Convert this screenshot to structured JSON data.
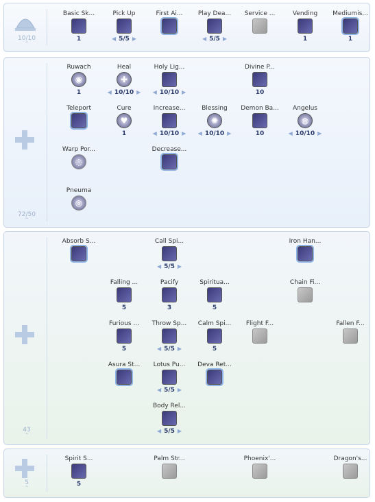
{
  "panels": [
    {
      "points": "10/10",
      "skills": [
        {
          "name": "Basic Sk...",
          "icon": "chat-bubble-icon",
          "level": "1",
          "adjustable": false
        },
        {
          "name": "Pick Up",
          "icon": "hand-grab-icon",
          "level": "5/5",
          "adjustable": true
        },
        {
          "name": "First Ai...",
          "icon": "first-aid-icon",
          "level": "",
          "adjustable": false
        },
        {
          "name": "Play Dea...",
          "icon": "play-dead-icon",
          "level": "5/5",
          "adjustable": true
        },
        {
          "name": "Service ...",
          "icon": "service-icon",
          "level": "",
          "adjustable": false
        },
        {
          "name": "Vending",
          "icon": "vending-tent-icon",
          "level": "1",
          "adjustable": false
        },
        {
          "name": "Mediumis...",
          "icon": "mediumistic-icon",
          "level": "1",
          "adjustable": false
        }
      ]
    },
    {
      "points": "72/50",
      "skills": [
        {
          "name": "Ruwach",
          "icon": "ruwach-icon",
          "level": "1",
          "adjustable": false
        },
        {
          "name": "Heal",
          "icon": "heal-heart-icon",
          "level": "10/10",
          "adjustable": true
        },
        {
          "name": "Holy Lig...",
          "icon": "holy-light-icon",
          "level": "10/10",
          "adjustable": true
        },
        {
          "name": "Divine P...",
          "icon": "divine-protection-icon",
          "level": "10",
          "adjustable": false
        },
        {
          "name": "Teleport",
          "icon": "teleport-icon",
          "level": "",
          "adjustable": false
        },
        {
          "name": "Cure",
          "icon": "cure-heart-icon",
          "level": "1",
          "adjustable": false
        },
        {
          "name": "Increase...",
          "icon": "increase-agi-icon",
          "level": "10/10",
          "adjustable": true
        },
        {
          "name": "Blessing",
          "icon": "blessing-icon",
          "level": "10/10",
          "adjustable": true
        },
        {
          "name": "Demon Ba...",
          "icon": "demon-bane-icon",
          "level": "10",
          "adjustable": false
        },
        {
          "name": "Angelus",
          "icon": "angelus-icon",
          "level": "10/10",
          "adjustable": true
        },
        {
          "name": "Warp Por...",
          "icon": "warp-portal-icon",
          "level": "",
          "adjustable": false
        },
        {
          "name": "Decrease...",
          "icon": "decrease-agi-icon",
          "level": "",
          "adjustable": false
        },
        {
          "name": "Pneuma",
          "icon": "pneuma-icon",
          "level": "",
          "adjustable": false
        }
      ]
    },
    {
      "points": "43",
      "skills": [
        {
          "name": "Absorb S...",
          "icon": "absorb-spirit-icon",
          "level": "",
          "adjustable": false
        },
        {
          "name": "Call Spi...",
          "icon": "call-spirits-icon",
          "level": "5/5",
          "adjustable": true
        },
        {
          "name": "Iron Han...",
          "icon": "iron-hand-icon",
          "level": "",
          "adjustable": false
        },
        {
          "name": "Falling ...",
          "icon": "falling-icon",
          "level": "5",
          "adjustable": false
        },
        {
          "name": "Pacify",
          "icon": "pacify-icon",
          "level": "3",
          "adjustable": false
        },
        {
          "name": "Spiritua...",
          "icon": "spiritual-icon",
          "level": "5",
          "adjustable": false
        },
        {
          "name": "Chain Fi...",
          "icon": "chain-fist-icon",
          "level": "",
          "adjustable": false
        },
        {
          "name": "Furious ...",
          "icon": "furious-icon",
          "level": "5",
          "adjustable": false
        },
        {
          "name": "Throw Sp...",
          "icon": "throw-spirit-icon",
          "level": "5/5",
          "adjustable": true
        },
        {
          "name": "Calm Spi...",
          "icon": "calm-spirit-icon",
          "level": "5",
          "adjustable": false
        },
        {
          "name": "Flight F...",
          "icon": "flight-fist-icon",
          "level": "",
          "adjustable": false
        },
        {
          "name": "Fallen F...",
          "icon": "fallen-fist-icon",
          "level": "",
          "adjustable": false
        },
        {
          "name": "Asura St...",
          "icon": "asura-strike-icon",
          "level": "",
          "adjustable": false
        },
        {
          "name": "Lotus Pu...",
          "icon": "lotus-icon",
          "level": "5/5",
          "adjustable": true
        },
        {
          "name": "Deva Ret...",
          "icon": "deva-icon",
          "level": "",
          "adjustable": false
        },
        {
          "name": "Body Rel...",
          "icon": "body-relocation-icon",
          "level": "5/5",
          "adjustable": true
        }
      ]
    },
    {
      "points": "5",
      "skills": [
        {
          "name": "Spirit S...",
          "icon": "spirit-strike-icon",
          "level": "5",
          "adjustable": false
        },
        {
          "name": "Palm Str...",
          "icon": "palm-strike-icon",
          "level": "",
          "adjustable": false
        },
        {
          "name": "Phoenix'...",
          "icon": "phoenix-icon",
          "level": "",
          "adjustable": false
        },
        {
          "name": "Dragon's...",
          "icon": "dragon-icon",
          "level": "",
          "adjustable": false
        }
      ]
    }
  ]
}
